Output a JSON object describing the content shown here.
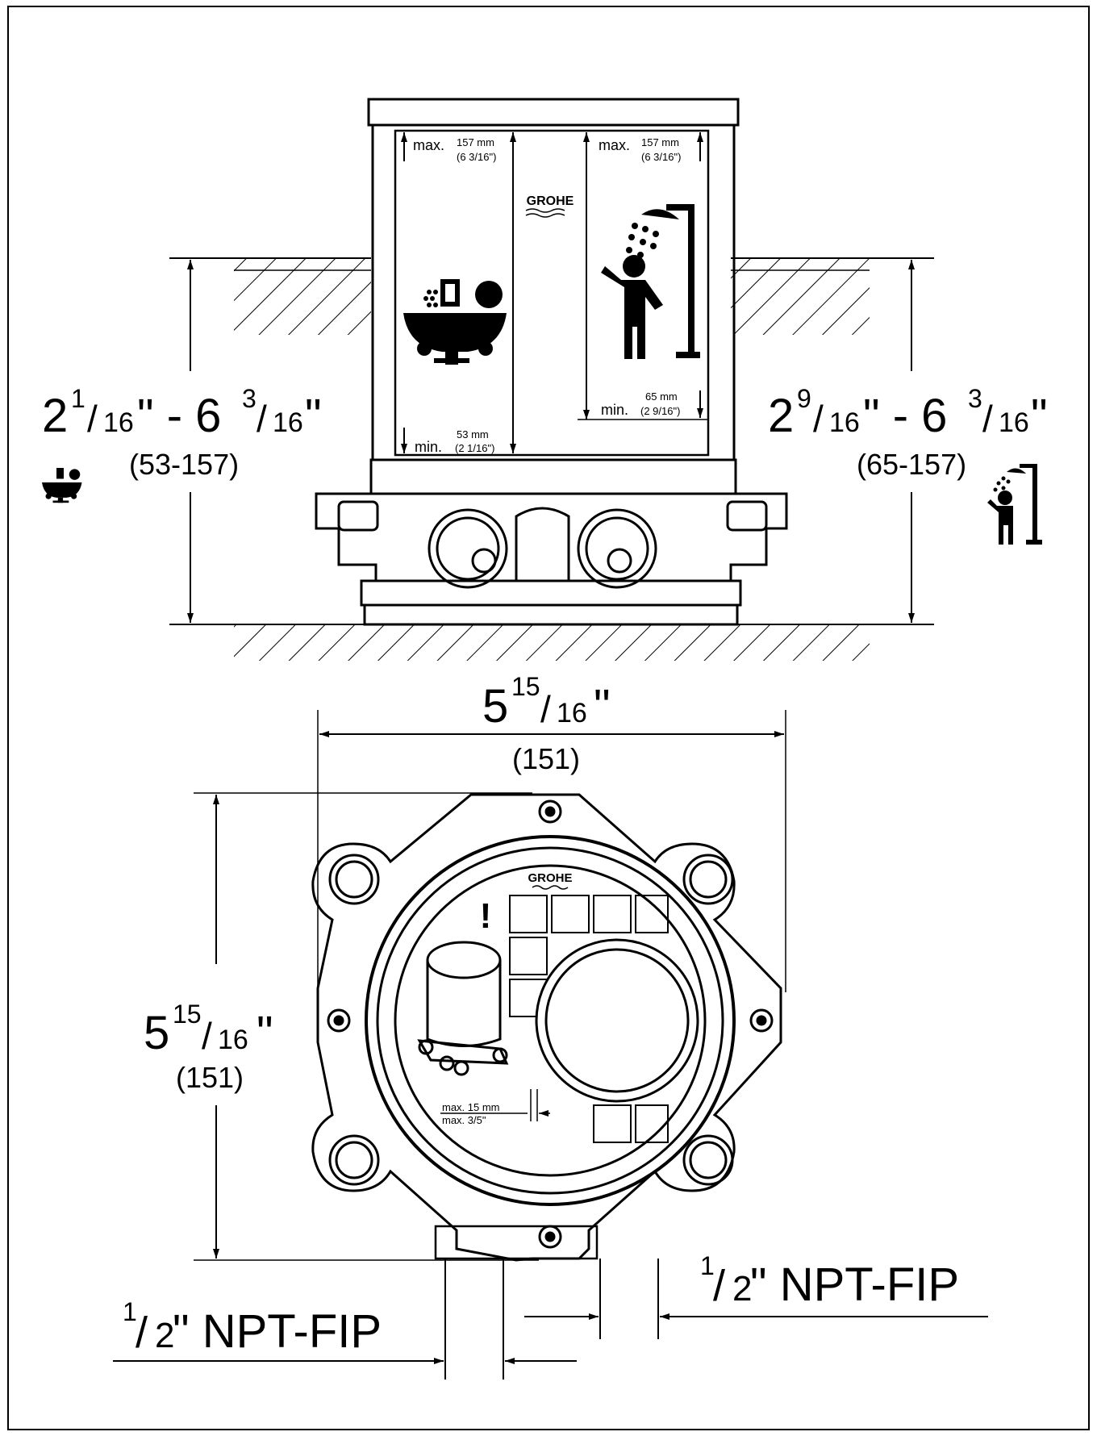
{
  "elevation": {
    "left_dim": {
      "whole": "2",
      "num1": "1",
      "den1": "16",
      "mid": "\" - 6",
      "num2": "3",
      "den2": "16",
      "end": "\"",
      "mm": "(53-157)"
    },
    "right_dim": {
      "whole": "2",
      "num1": "9",
      "den1": "16",
      "mid": "\" - 6",
      "num2": "3",
      "den2": "16",
      "end": "\"",
      "mm": "(65-157)"
    },
    "label_left_max": {
      "word": "max.",
      "mm": "157 mm",
      "inch": "(6 3/16\")"
    },
    "label_right_max": {
      "word": "max.",
      "mm": "157 mm",
      "inch": "(6 3/16\")"
    },
    "label_left_min": {
      "word": "min.",
      "mm": "53 mm",
      "inch": "(2 1/16\")"
    },
    "label_right_min": {
      "word": "min.",
      "mm": "65 mm",
      "inch": "(2 9/16\")"
    },
    "brand": "GROHE"
  },
  "plan": {
    "width_dim": {
      "whole": "5",
      "num": "15",
      "den": "16",
      "end": "\"",
      "mm": "(151)"
    },
    "height_dim": {
      "whole": "5",
      "num": "15",
      "den": "16",
      "end": "\"",
      "mm": "(151)"
    },
    "brand": "GROHE",
    "warning": "!",
    "tile_note": {
      "line1": "max. 15 mm",
      "line2": "max. 3/5\""
    },
    "port_right": {
      "num": "1",
      "den": "2",
      "text": "\" NPT-FIP"
    },
    "port_left": {
      "num": "1",
      "den": "2",
      "text": "\" NPT-FIP"
    }
  },
  "icons": [
    "bathtub-icon",
    "shower-icon"
  ]
}
